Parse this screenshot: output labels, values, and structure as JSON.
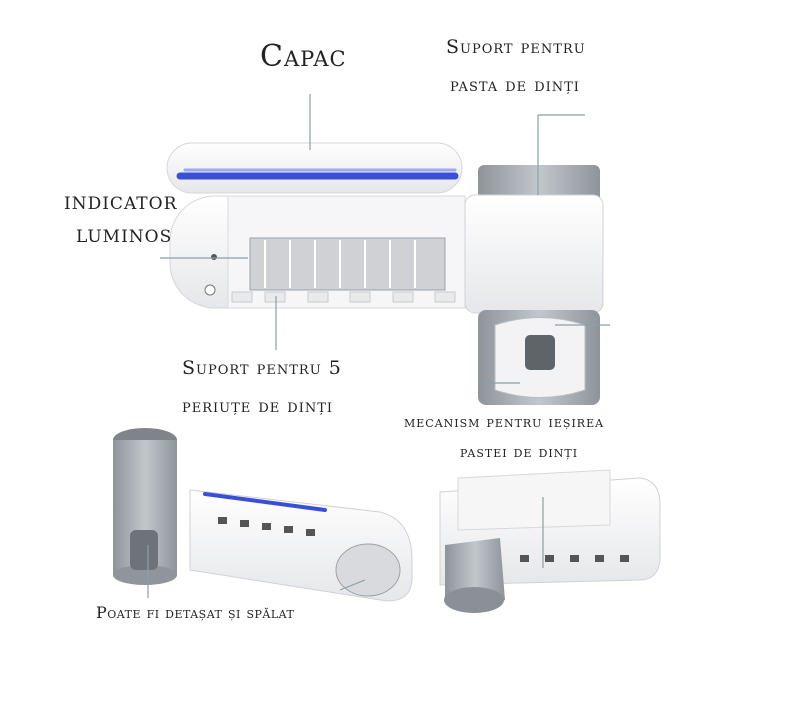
{
  "labels": {
    "capac": "Capac",
    "suport_pasta_1": "Suport pentru",
    "suport_pasta_2": "pasta de dinți",
    "indicator_1": "INDICATOR",
    "indicator_2": "LUMINOS",
    "suport_periute_1": "Suport pentru 5",
    "suport_periute_2": "periuțe de dinți",
    "mecanism_1": "mecanism pentru ieșirea",
    "mecanism_2": "pastei de dinți",
    "detasat": "Poate fi detașat și spălat"
  },
  "colors": {
    "uv_light": "#3a4fd8",
    "body_white": "#f4f4f6",
    "cup_gray": "#9ea4aa",
    "leader_line": "#8aa0a8"
  }
}
